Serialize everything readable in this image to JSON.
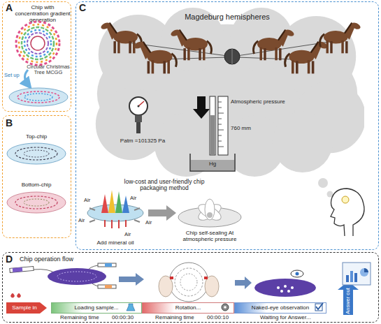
{
  "diagram": {
    "nodes": [
      {
        "text": [
          "A",
          "Chip with concentration gradient generation"
        ]
      },
      {
        "text": [
          "B"
        ]
      },
      {
        "text": [
          "C"
        ]
      },
      {
        "text": [
          "Magdeburg hemispheres"
        ],
        "in": 2
      },
      {
        "text": [
          "D",
          "Chip operation flow"
        ]
      },
      {
        "text": [
          "Sample in"
        ],
        "in": 4
      },
      {
        "text": [
          "Loading sample..."
        ],
        "in": 4
      },
      {
        "text": [
          "Rotation..."
        ],
        "in": 4
      },
      {
        "text": [
          "Naked-eye observation"
        ],
        "in": 4
      },
      {
        "text": [
          "Answer out"
        ],
        "in": 4
      }
    ],
    "labels": [
      "Circular Christmas Tree MCGG",
      "Set up",
      "Top-chip",
      "Bottom-chip",
      "Patm =101325 Pa",
      "Atmospheric pressure",
      "760 mm",
      "Hg",
      "low-cost and user-friendly chip packaging method",
      "Air",
      "Air",
      "Air",
      "Air",
      "Air",
      "Add mineral oil",
      "Chip self-sealing At atmospheric pressure",
      "Remaining time",
      "00:00:30",
      "Remaining time",
      "00:00:10",
      "Waiting for Answer..."
    ]
  }
}
